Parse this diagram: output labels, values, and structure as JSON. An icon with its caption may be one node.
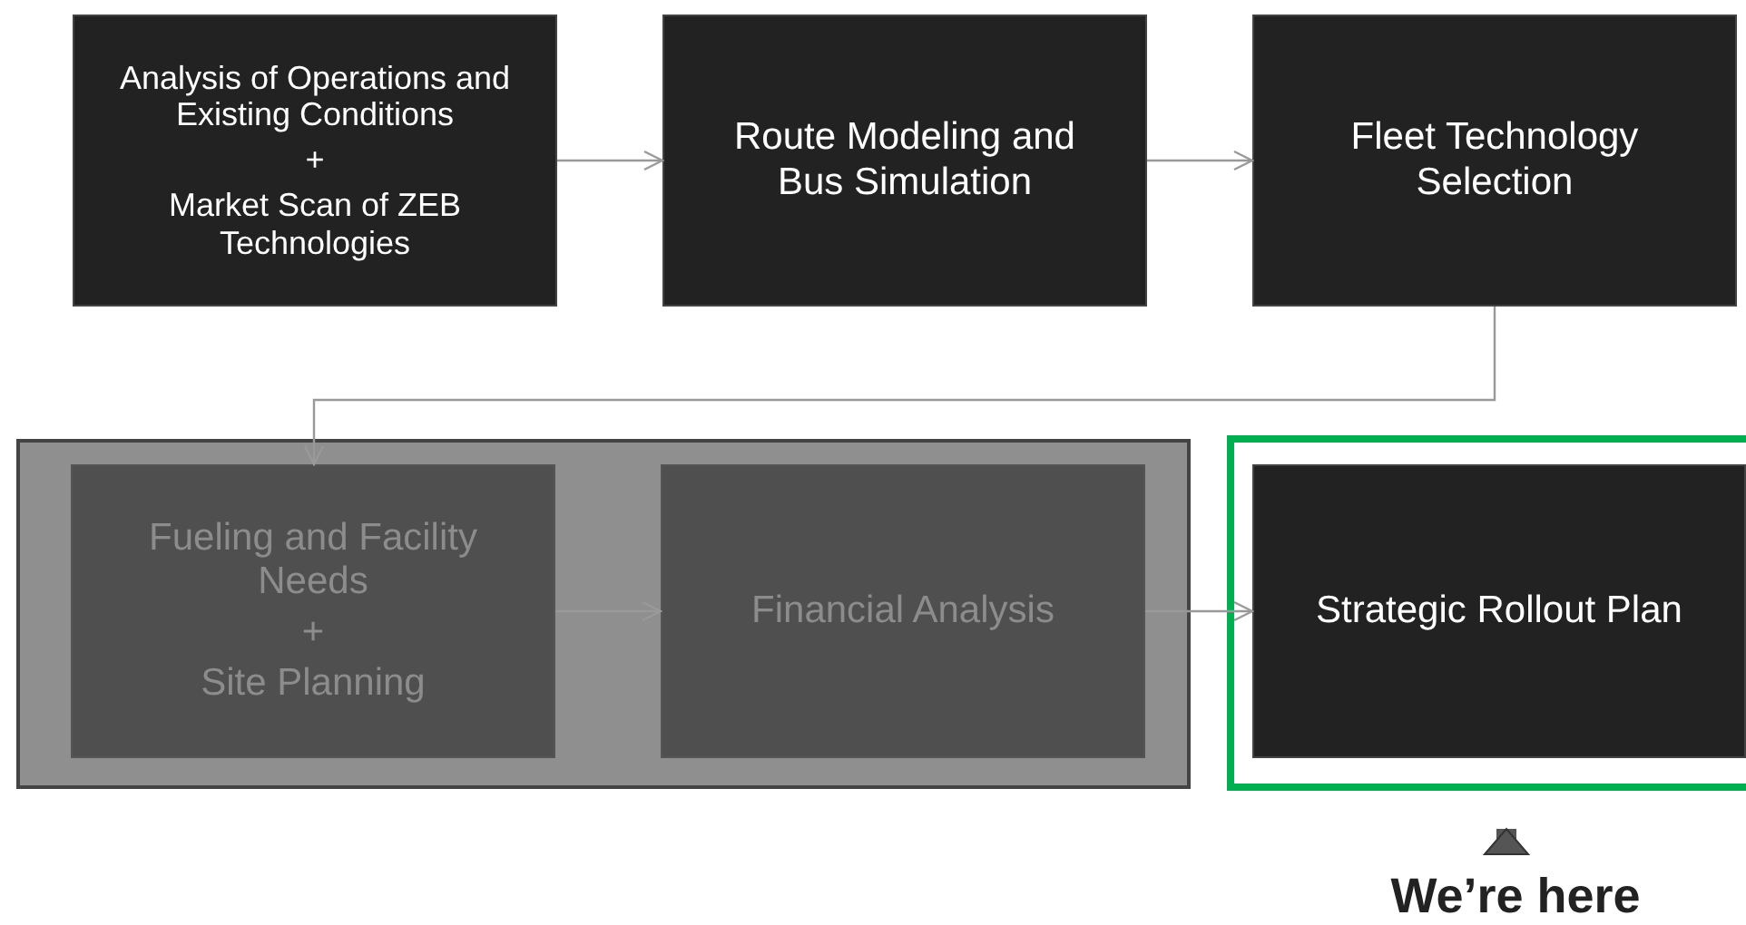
{
  "diagram": {
    "nodes": [
      {
        "text": [
          "Analysis of Operations and Existing Conditions",
          "+",
          "Market Scan of ZEB Technologies"
        ]
      },
      {
        "text": [
          "Route Modeling and Bus Simulation"
        ]
      },
      {
        "text": [
          "Fleet Technology Selection"
        ]
      },
      {
        "text": [],
        "shape": "box"
      },
      {
        "text": [
          "Fueling and Facility Needs",
          "+",
          "Site Planning"
        ],
        "in": 3
      },
      {
        "text": [
          "Financial Analysis"
        ],
        "in": 3
      },
      {
        "text": [],
        "shape": "box"
      },
      {
        "text": [
          "Strategic Rollout Plan"
        ],
        "in": 6
      },
      {
        "text": [
          "We’re here"
        ]
      }
    ],
    "edges": [
      {
        "from": 0,
        "to": 1,
        "arrow": "to"
      },
      {
        "from": 1,
        "to": 2,
        "arrow": "to"
      },
      {
        "from": 2,
        "to": 4,
        "arrow": "to"
      },
      {
        "from": 4,
        "to": 5,
        "arrow": "to"
      },
      {
        "from": 5,
        "to": 7,
        "arrow": "to"
      },
      {
        "from": 8,
        "to": 6,
        "arrow": "to",
        "style": "thick",
        "color": "#555555"
      }
    ]
  }
}
